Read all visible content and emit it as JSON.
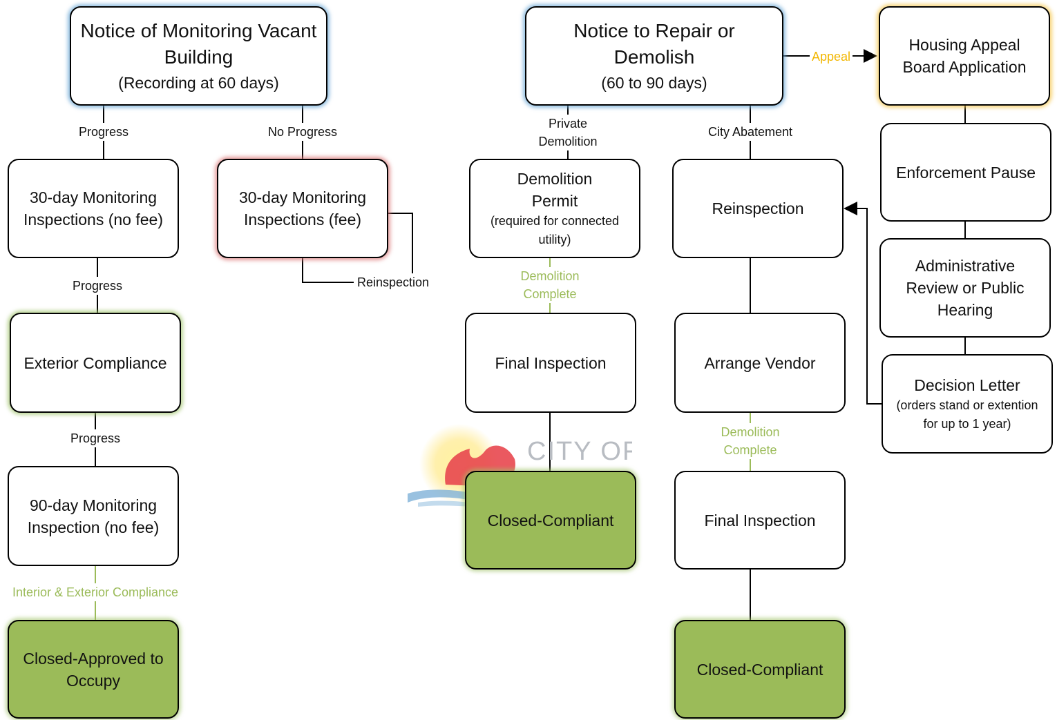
{
  "boxes": {
    "notice_monitoring": {
      "title": "Notice of Monitoring Vacant Building",
      "sub": "(Recording at 60 days)"
    },
    "monitor30_nofee": {
      "title": "30-day Monitoring Inspections (no fee)"
    },
    "monitor30_fee": {
      "title": "30-day Monitoring Inspections (fee)"
    },
    "exterior_compliance": {
      "title": "Exterior Compliance"
    },
    "monitor90": {
      "title": "90-day Monitoring Inspection (no fee)"
    },
    "closed_occupy": {
      "title": "Closed-Approved to Occupy"
    },
    "notice_repair": {
      "title": "Notice to Repair or Demolish",
      "sub": "(60 to 90 days)"
    },
    "demo_permit": {
      "title": "Demolition Permit",
      "sub": "(required for connected utility)"
    },
    "final_inspection_left": {
      "title": "Final Inspection"
    },
    "closed_compliant_left": {
      "title": "Closed-Compliant"
    },
    "reinspection": {
      "title": "Reinspection"
    },
    "arrange_vendor": {
      "title": "Arrange Vendor"
    },
    "final_inspection_right": {
      "title": "Final Inspection"
    },
    "closed_compliant_right": {
      "title": "Closed-Compliant"
    },
    "housing_appeal": {
      "title": "Housing Appeal Board Application"
    },
    "enforcement_pause": {
      "title": "Enforcement Pause"
    },
    "admin_review": {
      "title": "Administrative Review or Public Hearing"
    },
    "decision_letter": {
      "title": "Decision Letter",
      "sub": "(orders stand or extention for up to 1 year)"
    }
  },
  "labels": {
    "progress_1": "Progress",
    "no_progress": "No Progress",
    "progress_2": "Progress",
    "progress_3": "Progress",
    "reinspection_loop": "Reinspection",
    "interior_exterior": "Interior & Exterior Compliance",
    "private_demolition": "Private Demolition",
    "city_abatement": "City Abatement",
    "demo_complete_left": "Demolition Complete",
    "demo_complete_right": "Demolition Complete",
    "appeal": "Appeal"
  },
  "logo": {
    "text": "CITY OF ORANGE"
  },
  "colors": {
    "closed_fill": "#9bbb59",
    "success_label": "#9bbb59",
    "appeal_label": "#f2b600",
    "glow_blue": "#6eaad7",
    "glow_red": "#dc7878",
    "glow_yellow": "#f5c850"
  }
}
